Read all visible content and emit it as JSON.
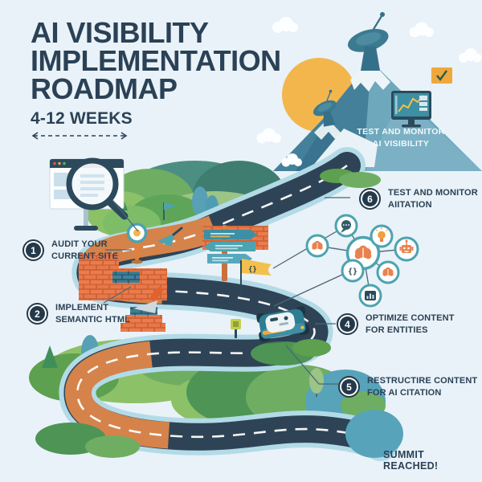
{
  "title": {
    "line1": "AI VISIBILITY",
    "line2": "IMPLEMENTATION",
    "line3": "ROADMAP",
    "duration": "4-12 WEEKS"
  },
  "mountain": {
    "banner_line1": "TEST AND MONITOR",
    "banner_line2": "AI VISIBILITY"
  },
  "summit": {
    "label": "SUMMIT REACHED!"
  },
  "milestones": [
    {
      "number": "1",
      "line1": "AUDIT YOUR",
      "line2": "CURRENT SITE"
    },
    {
      "number": "2",
      "line1": "IMPLEMENT",
      "line2": "SEMANTIC HTML"
    },
    {
      "number": "6",
      "line1": "TEST AND MONITOR",
      "line2": "AIITATION"
    },
    {
      "number": "4",
      "line1": "OPTIMIZE CONTENT",
      "line2": "FOR ENTITIES"
    },
    {
      "number": "5",
      "line1": "RESTRUCTIRE CONTENT",
      "line2": "FOR AI CITATION"
    }
  ],
  "glyphs": {
    "code_flag": "{}",
    "code_node": "{}",
    "flag_check": "✓"
  },
  "icons": {
    "summit_flag": "checkmark-flag",
    "summit_monitor": "analytics-monitor",
    "satellites": "satellite-dish",
    "audit": "browser-with-magnifier",
    "semantic_html": "trowel-and-bricks",
    "entities": "knowledge-graph-nodes"
  },
  "colors": {
    "background": "#e9f2f8",
    "headline": "#2b4156",
    "road": "#2e4456",
    "road_edge": "#b3dbe7",
    "dirt_road": "#d5834a",
    "brick": "#e8784a",
    "sun": "#f3b64d",
    "teal_accent": "#4da3b0",
    "icon_orange": "#e8824f",
    "flag_orange": "#f0a83c",
    "green": "#6fae62",
    "mountain_teal": "#6ea8bd"
  }
}
